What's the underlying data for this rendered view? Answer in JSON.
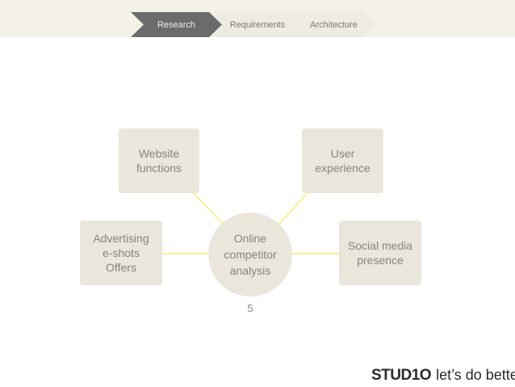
{
  "breadcrumb": {
    "steps": [
      {
        "label": "Research",
        "active": true
      },
      {
        "label": "Requirements",
        "active": false
      },
      {
        "label": "Architecture",
        "active": false
      }
    ]
  },
  "diagram": {
    "center": "Online\ncompetitor\nanalysis",
    "nodes": {
      "website": "Website\nfunctions",
      "user": "User\nexperience",
      "advertising": "Advertising\ne-shots\nOffers",
      "social": "Social media\npresence"
    },
    "link_color": "#f5ef6a",
    "node_color": "#eae6dc",
    "text_color": "#858579"
  },
  "page_number": "5",
  "logo": {
    "brand": "STUD1O",
    "tagline": "let’s do better."
  },
  "colors": {
    "active_step": "#6b6b6b",
    "inactive_step": "#eeebe0",
    "band": "#f3f0e8"
  }
}
